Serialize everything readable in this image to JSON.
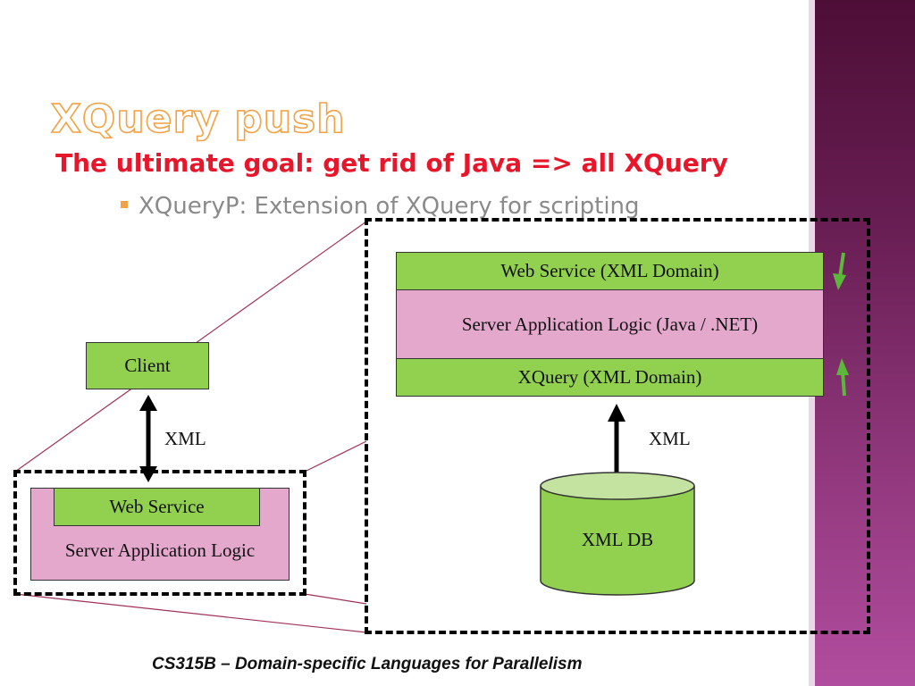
{
  "slide": {
    "title": "XQuery push",
    "subtitle": "The ultimate goal: get rid of Java => all XQuery",
    "bullet": "XQueryP:  Extension of XQuery for scripting",
    "footer": "CS315B – Domain-specific Languages for Parallelism"
  },
  "diagram": {
    "client": "Client",
    "xml_label_left": "XML",
    "small_stack": {
      "web_service": "Web Service",
      "server_logic": "Server Application Logic"
    },
    "large_stack": {
      "web_service": "Web Service (XML Domain)",
      "server_logic": "Server Application Logic (Java / .NET)",
      "xquery": "XQuery (XML Domain)"
    },
    "xml_label_right": "XML",
    "database": "XML DB"
  },
  "colors": {
    "green_box": "#92d050",
    "pink_box": "#e4a8cc",
    "title_outline": "#f2a144",
    "subtitle": "#e8162a",
    "arrow_green": "#5cb83a",
    "zoom_lines": "#a0305a"
  }
}
